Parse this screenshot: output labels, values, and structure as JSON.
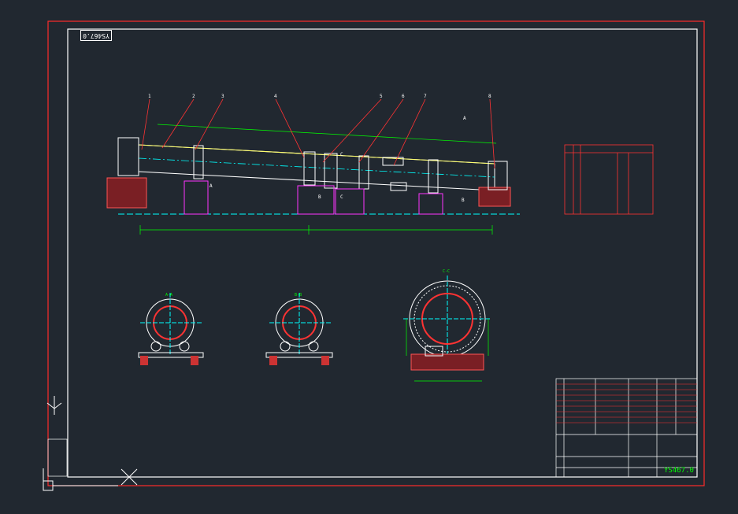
{
  "drawing": {
    "drawing_number": "YS467.0",
    "drawing_number_rotated": "YS467.0",
    "section_labels": [
      "A-A",
      "B-B",
      "C-C"
    ],
    "part_balloons": [
      "1",
      "2",
      "3",
      "4",
      "5",
      "6",
      "7",
      "8"
    ],
    "view_markers": [
      "A",
      "A",
      "B",
      "B",
      "C",
      "C"
    ]
  },
  "colors": {
    "background": "#212830",
    "border": "#ff2b2b",
    "frame": "#ffffff",
    "outline": "#ffffff",
    "centerline": "#00ffff",
    "dimension": "#00ff00",
    "leader": "#ff3333",
    "support": "#ff33ff",
    "cylinder_top": "#ffff66",
    "foundation": "#cc3333"
  },
  "icons": [
    "ucs-axis-icon",
    "crosshair-cursor-icon"
  ]
}
